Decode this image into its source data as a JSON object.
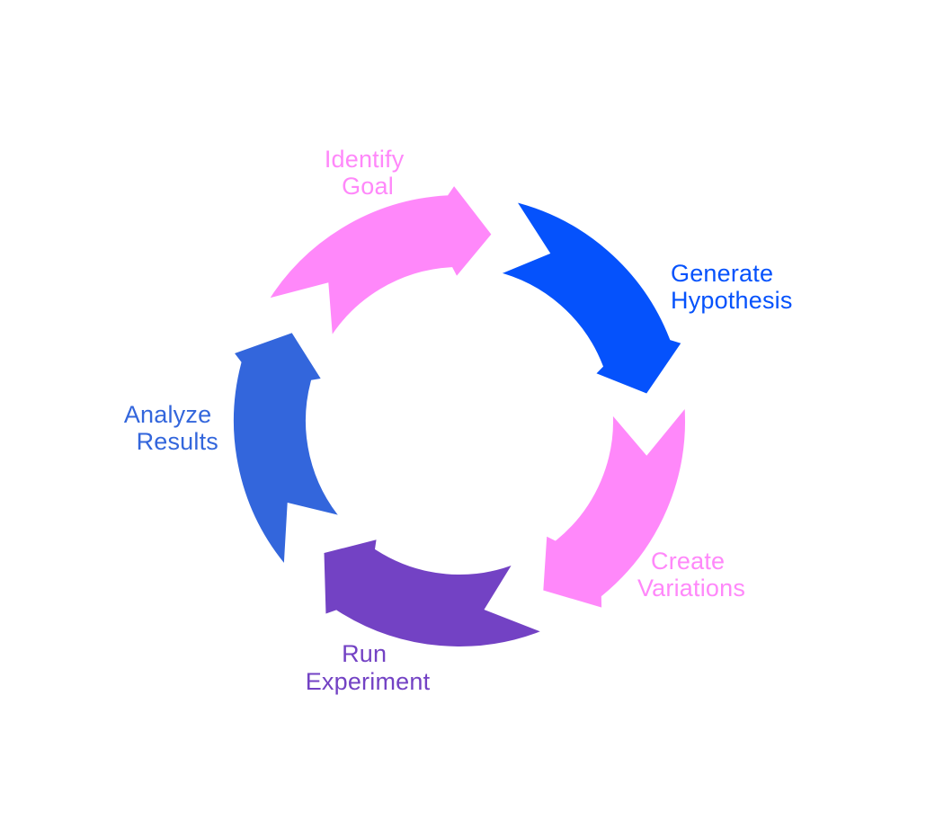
{
  "diagram": {
    "type": "cycle",
    "steps": [
      {
        "line1": "Identify",
        "line2": "Goal",
        "color": "#FF88FA"
      },
      {
        "line1": "Generate",
        "line2": "Hypothesis",
        "color": "#0552FC"
      },
      {
        "line1": "Create",
        "line2": "Variations",
        "color": "#FF88FA"
      },
      {
        "line1": "Run",
        "line2": "Experiment",
        "color": "#7342C4"
      },
      {
        "line1": "Analyze",
        "line2": "Results",
        "color": "#3366DC"
      }
    ]
  }
}
